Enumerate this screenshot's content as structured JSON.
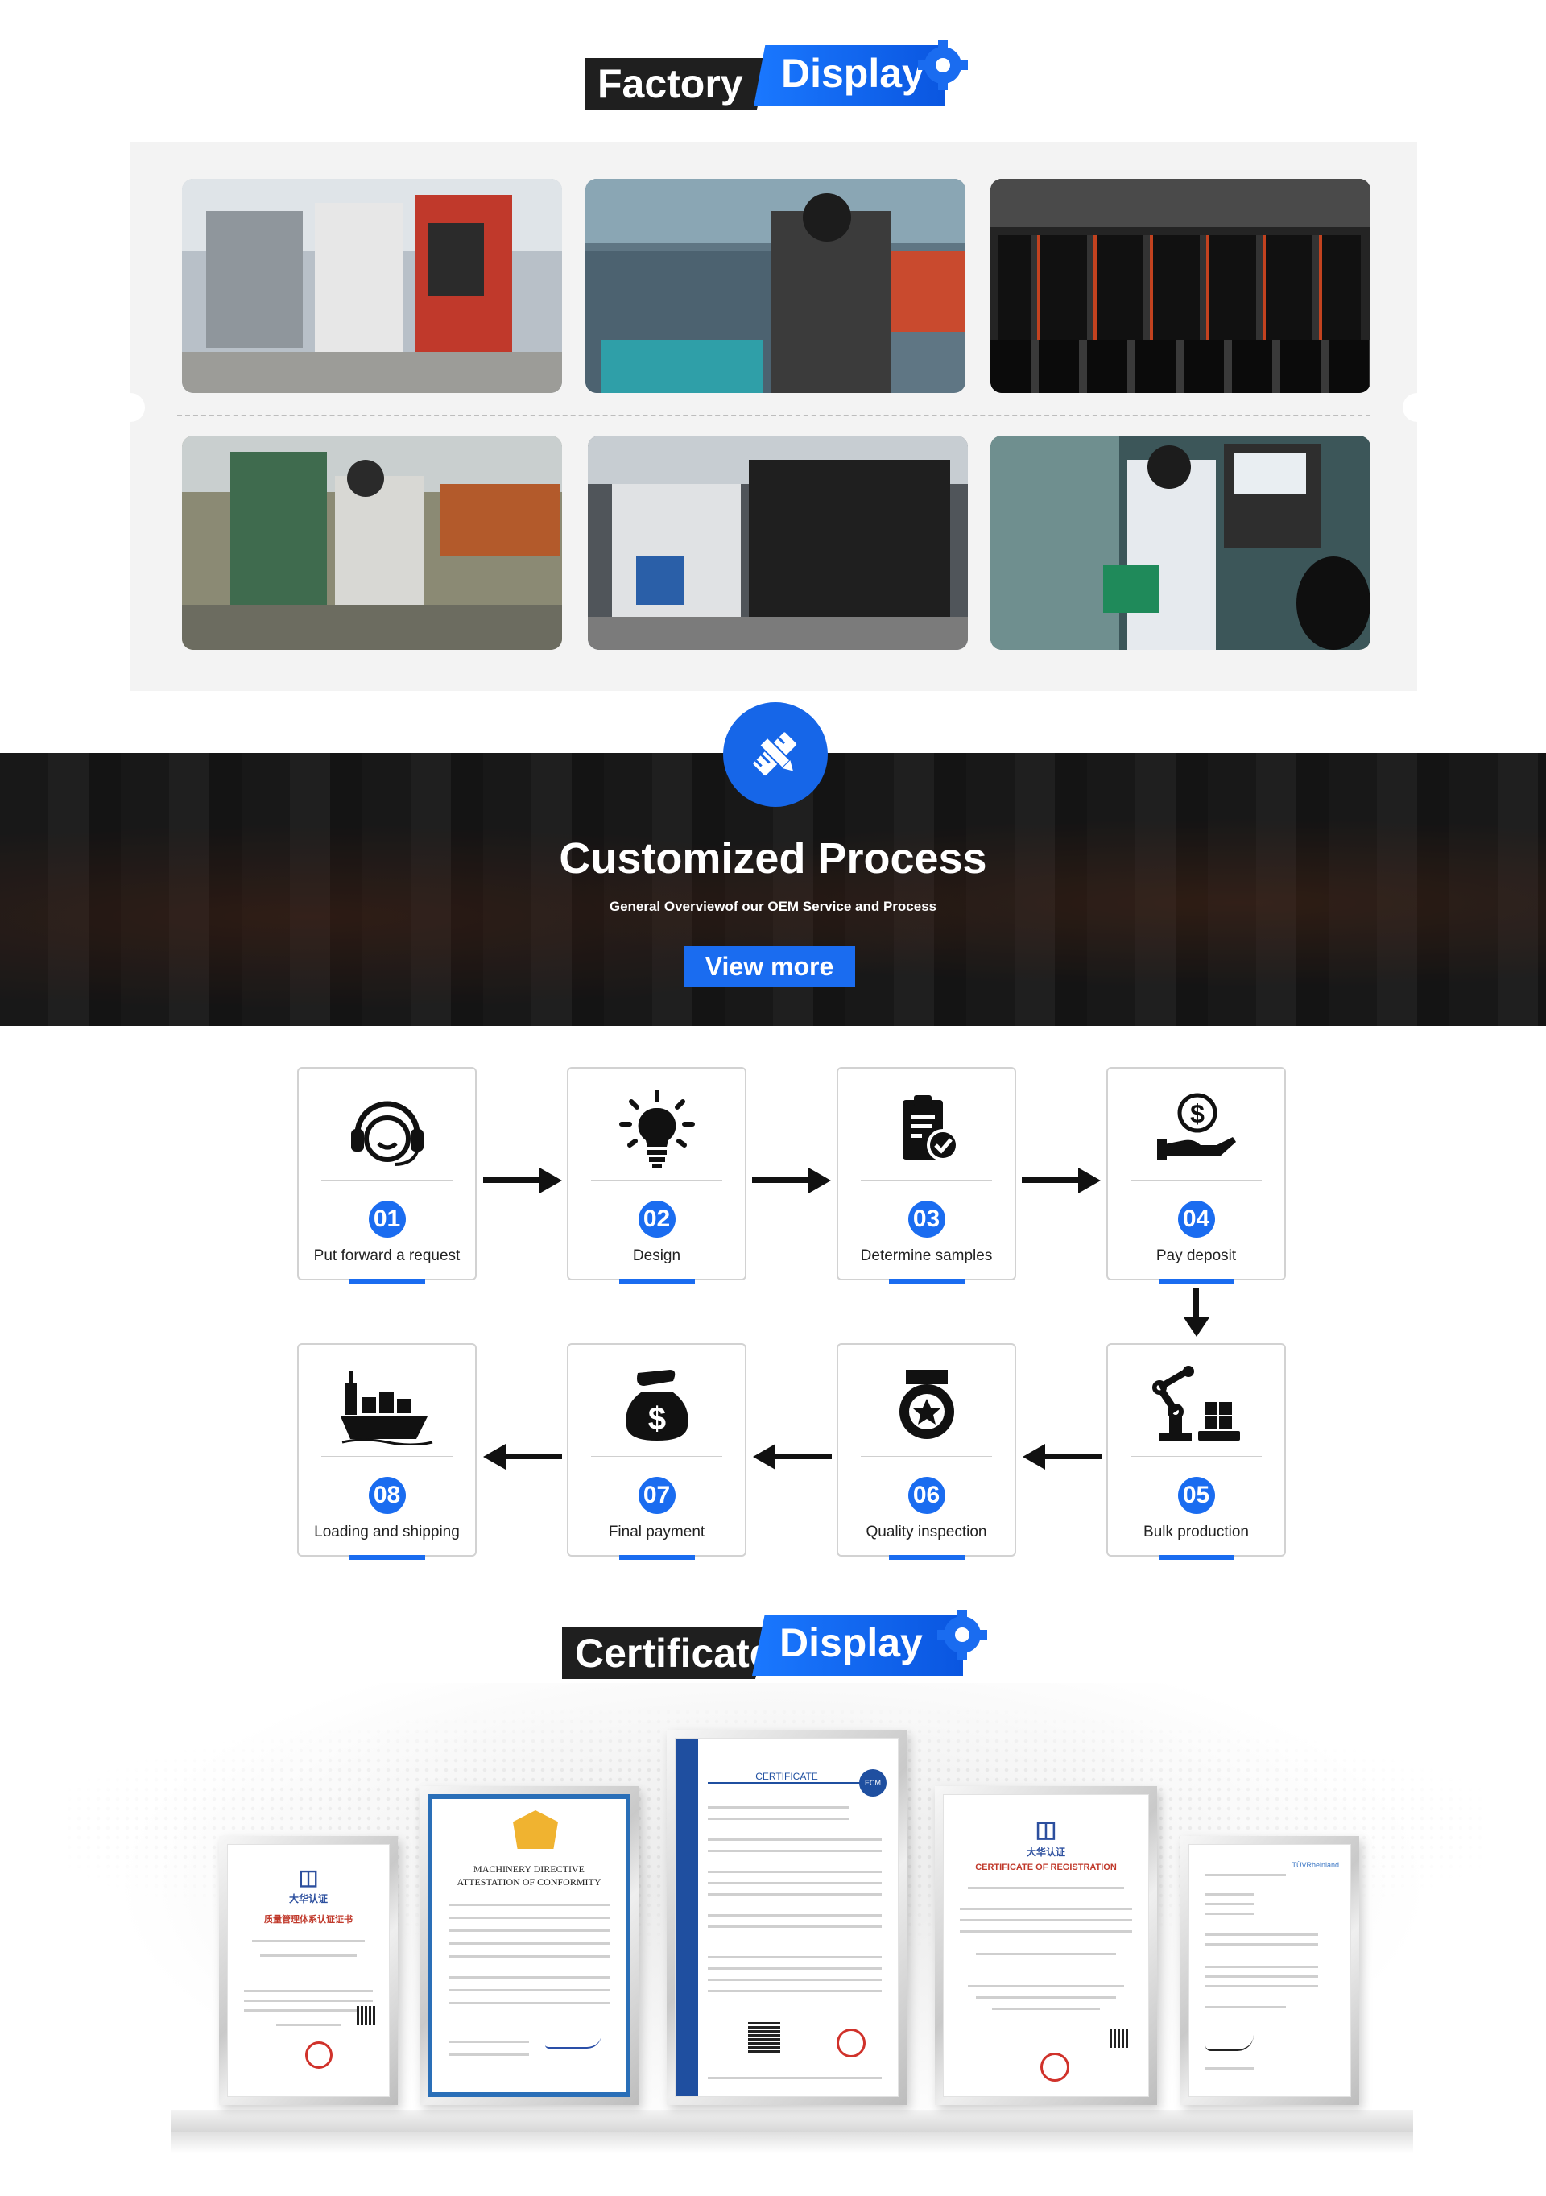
{
  "factory": {
    "title_dark": "Factory",
    "title_blue": "Display",
    "photos": [
      {
        "name": "cnc-machines",
        "theme": "#9aa3ac"
      },
      {
        "name": "worker-assembly",
        "theme": "#6b7f8d"
      },
      {
        "name": "motor-rows",
        "theme": "#2d2d2d"
      },
      {
        "name": "drill-press-worker",
        "theme": "#7d7356"
      },
      {
        "name": "machining-center",
        "theme": "#4a4f55"
      },
      {
        "name": "operator-panel",
        "theme": "#3f5a5e"
      }
    ]
  },
  "custom": {
    "title": "Customized Process",
    "subtitle": "General Overviewof our OEM Service and Process",
    "button": "View more"
  },
  "steps": [
    {
      "num": "01",
      "label": "Put forward a request",
      "icon": "headset-icon"
    },
    {
      "num": "02",
      "label": "Design",
      "icon": "lightbulb-icon"
    },
    {
      "num": "03",
      "label": "Determine samples",
      "icon": "clipboard-check-icon"
    },
    {
      "num": "04",
      "label": "Pay deposit",
      "icon": "hand-coin-icon"
    },
    {
      "num": "05",
      "label": "Bulk production",
      "icon": "robot-arm-icon"
    },
    {
      "num": "06",
      "label": "Quality inspection",
      "icon": "badge-star-icon"
    },
    {
      "num": "07",
      "label": "Final payment",
      "icon": "money-bag-icon"
    },
    {
      "num": "08",
      "label": "Loading and shipping",
      "icon": "ship-icon"
    }
  ],
  "certificate": {
    "title_dark": "Certificate",
    "title_blue": "Display",
    "certs": [
      {
        "heading": "大华认证",
        "sub": "质量管理体系认证证书",
        "accent": "#c0392b"
      },
      {
        "heading": "MACHINERY DIRECTIVE",
        "sub": "ATTESTATION OF CONFORMITY",
        "accent": "#2a6fb8"
      },
      {
        "heading": "CERTIFICATE",
        "sub": "ECM",
        "accent": "#1f4fa0"
      },
      {
        "heading": "大华认证",
        "sub": "CERTIFICATE OF REGISTRATION",
        "accent": "#c0392b"
      },
      {
        "heading": "TÜVRheinland",
        "sub": "",
        "accent": "#3a76c4"
      }
    ]
  },
  "colors": {
    "accent": "#1a6cf0",
    "dark": "#1f1f1f"
  }
}
